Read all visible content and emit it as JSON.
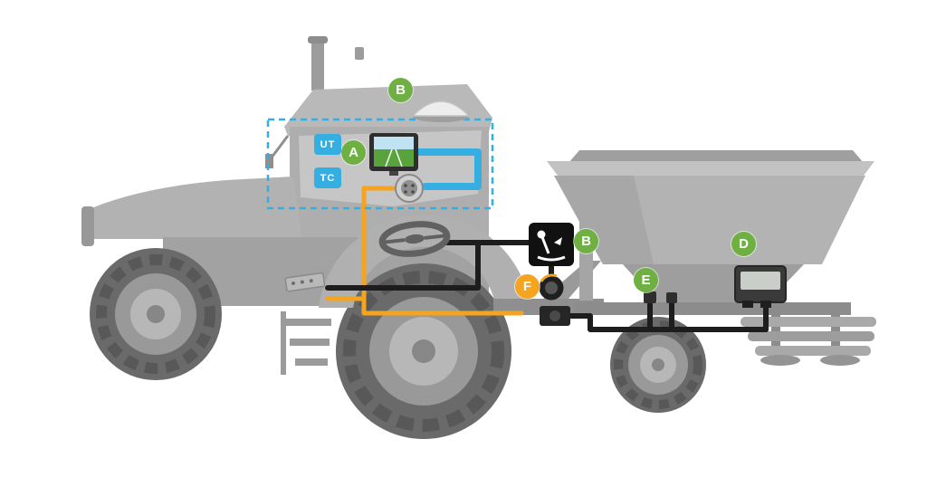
{
  "diagram": {
    "badges": [
      {
        "letter": "A",
        "color": "green"
      },
      {
        "letter": "B",
        "color": "green"
      },
      {
        "letter": "B",
        "color": "green"
      },
      {
        "letter": "D",
        "color": "green"
      },
      {
        "letter": "E",
        "color": "green"
      },
      {
        "letter": "F",
        "color": "orange"
      }
    ],
    "cab_labels": [
      {
        "text": "UT"
      },
      {
        "text": "TC"
      }
    ],
    "colors": {
      "badge_green": "#6fb043",
      "badge_orange": "#f5a41f",
      "cable_orange": "#f5a41f",
      "cable_blue": "#35aee2",
      "cable_black": "#1d1d1d",
      "label_blue": "#35aee2",
      "machine_gray": "#b3b3b3"
    }
  }
}
